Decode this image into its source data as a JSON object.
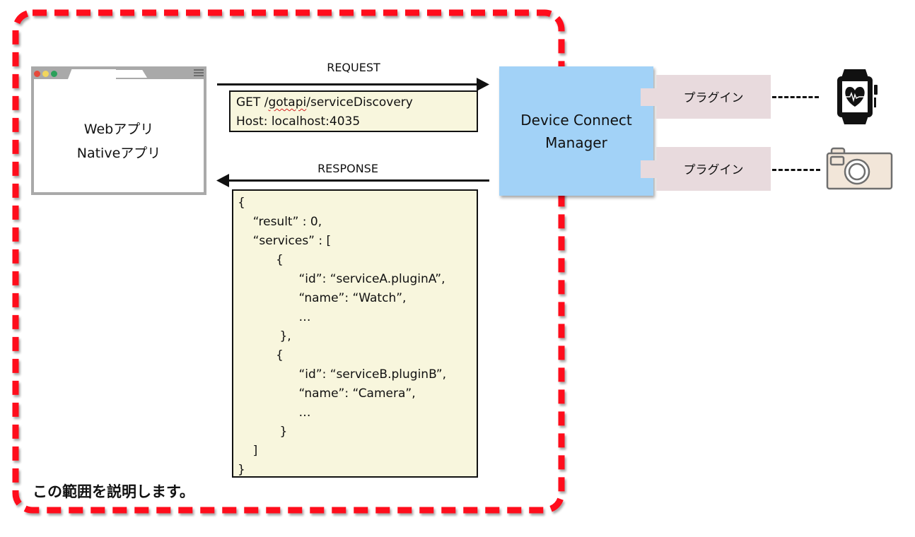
{
  "scope": {
    "caption": "この範囲を説明します。",
    "border_color": "#ff0a1e"
  },
  "client": {
    "name": "browser-window",
    "lines": [
      "Webアプリ",
      "Nativeアプリ"
    ],
    "traffic_lights": [
      "#e64a3b",
      "#f1d65d",
      "#2aa05a"
    ]
  },
  "request": {
    "label": "REQUEST",
    "lines": [
      "GET /gotapi/serviceDiscovery",
      "Host: localhost:4035"
    ],
    "path_prefix": "GET /",
    "path_flagged": "gotapi",
    "path_suffix": "/serviceDiscovery"
  },
  "response": {
    "label": "RESPONSE",
    "lines": [
      "{",
      "    “result” : 0,",
      "    “services” : [",
      "          {",
      "                “id”: “serviceA.pluginA”,",
      "                “name”: “Watch”,",
      "                …",
      "           },",
      "          {",
      "                “id”: “serviceB.pluginB”,",
      "                “name”: “Camera”,",
      "                …",
      "           }",
      "    ]",
      "}"
    ]
  },
  "manager": {
    "lines": [
      "Device Connect",
      "Manager"
    ],
    "color": "#a2d2f7"
  },
  "plugins": [
    {
      "label": "プラグイン",
      "device": "smartwatch-icon"
    },
    {
      "label": "プラグイン",
      "device": "camera-icon"
    }
  ],
  "colors": {
    "code_bg": "#f8f6dd",
    "plugin_bg": "#e8dadd",
    "camera_body": "#f2e6d9"
  }
}
